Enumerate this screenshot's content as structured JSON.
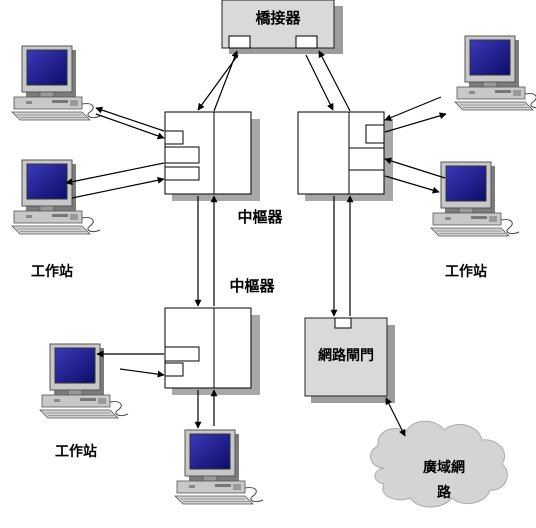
{
  "labels": {
    "bridge": "橋接器",
    "hub_upper": "中樞器",
    "hub_middle": "中樞器",
    "gateway": "網路閘門",
    "workstation_left": "工作站",
    "workstation_right": "工作站",
    "workstation_bottom": "工作站",
    "wan_line1": "廣域網",
    "wan_line2": "路"
  },
  "colors": {
    "box_fill": "#d9d9d9",
    "box_shadow": "#9c9c9c",
    "monitor_screen": "#1a1a8c",
    "cloud_fill": "#d4d4d4"
  },
  "icons": [
    "workstation-computer-icon",
    "wan-cloud-icon"
  ]
}
